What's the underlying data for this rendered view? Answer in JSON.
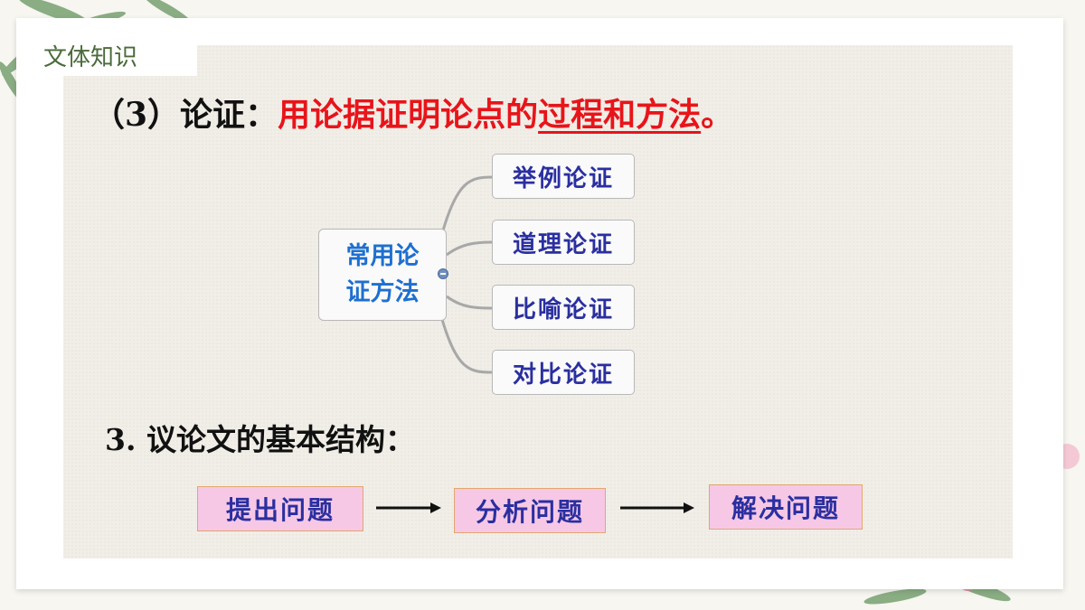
{
  "tag": "文体知识",
  "heading": {
    "prefix": "（3）论证：",
    "definition_start": "用论据证明论点的",
    "definition_underlined": "过程和方法",
    "definition_end": "。"
  },
  "mindmap": {
    "center": "常用论证方法",
    "branches": [
      "举例论证",
      "道理论证",
      "比喻论证",
      "对比论证"
    ]
  },
  "structure": {
    "title": "3. 议论文的基本结构：",
    "steps": [
      "提出问题",
      "分析问题",
      "解决问题"
    ]
  },
  "colors": {
    "definition": "#e8141a",
    "center_text": "#1e6fd0",
    "branch_text": "#2a2fa0",
    "step_fill": "#f6c8e6",
    "step_border": "#e3a66d"
  }
}
